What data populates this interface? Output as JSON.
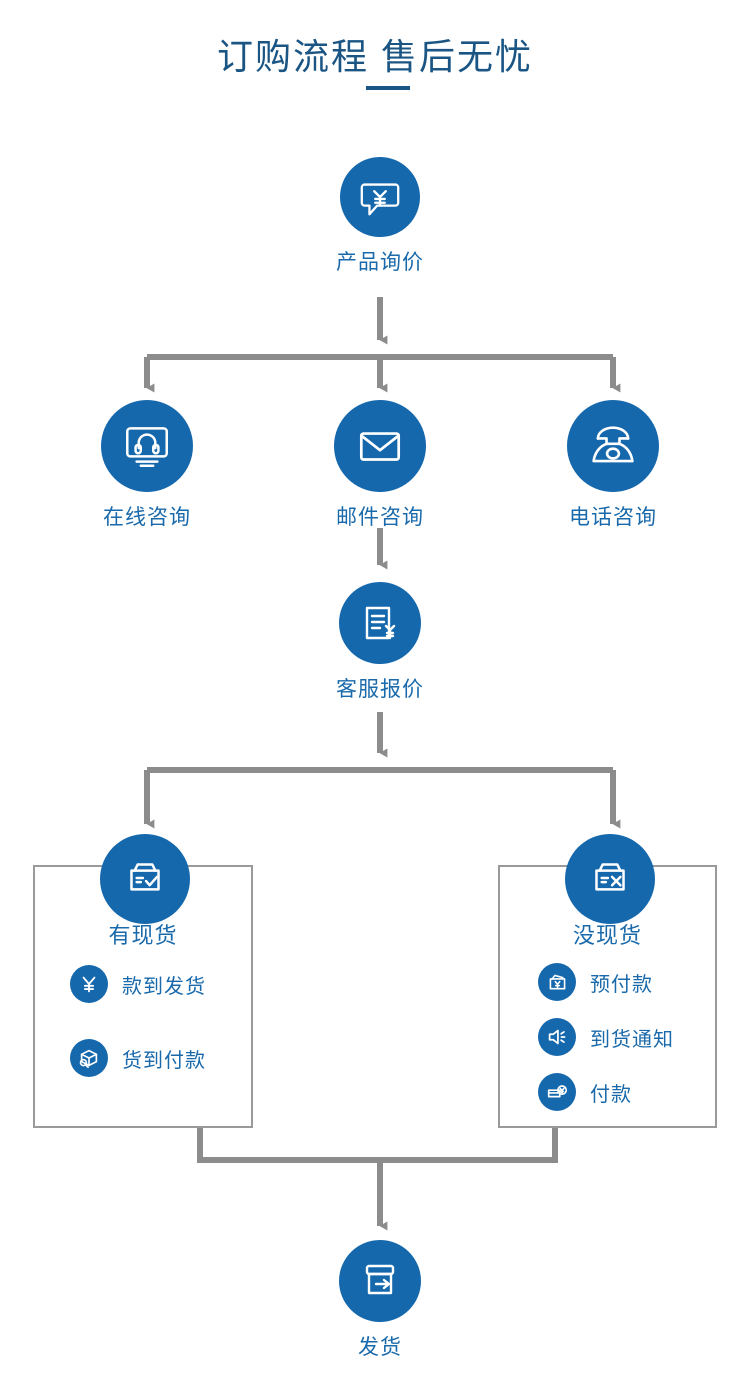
{
  "title": {
    "text": "订购流程  售后无忧",
    "color": "#1a5584"
  },
  "theme": {
    "node_blue": "#1668ad",
    "label_blue": "#1a6aab",
    "connector_gray": "#8c8c8c",
    "box_border_gray": "#9a9a9a",
    "background": "#ffffff"
  },
  "flow": {
    "step1": {
      "label": "产品询价",
      "icon": "speech-bubble-yen-icon"
    },
    "step2": [
      {
        "label": "在线咨询",
        "icon": "monitor-headset-icon"
      },
      {
        "label": "邮件咨询",
        "icon": "envelope-icon"
      },
      {
        "label": "电话咨询",
        "icon": "telephone-icon"
      }
    ],
    "step3": {
      "label": "客服报价",
      "icon": "invoice-yen-icon"
    },
    "step4": [
      {
        "label": "有现货",
        "icon": "box-check-icon",
        "items": [
          {
            "label": "款到发货",
            "icon": "yen-icon"
          },
          {
            "label": "货到付款",
            "icon": "parcel-search-icon"
          }
        ]
      },
      {
        "label": "没现货",
        "icon": "box-cross-icon",
        "items": [
          {
            "label": "预付款",
            "icon": "wallet-yen-icon"
          },
          {
            "label": "到货通知",
            "icon": "speaker-icon"
          },
          {
            "label": "付款",
            "icon": "card-yen-icon"
          }
        ]
      }
    ],
    "step5": {
      "label": "发货",
      "icon": "box-arrow-icon"
    }
  }
}
